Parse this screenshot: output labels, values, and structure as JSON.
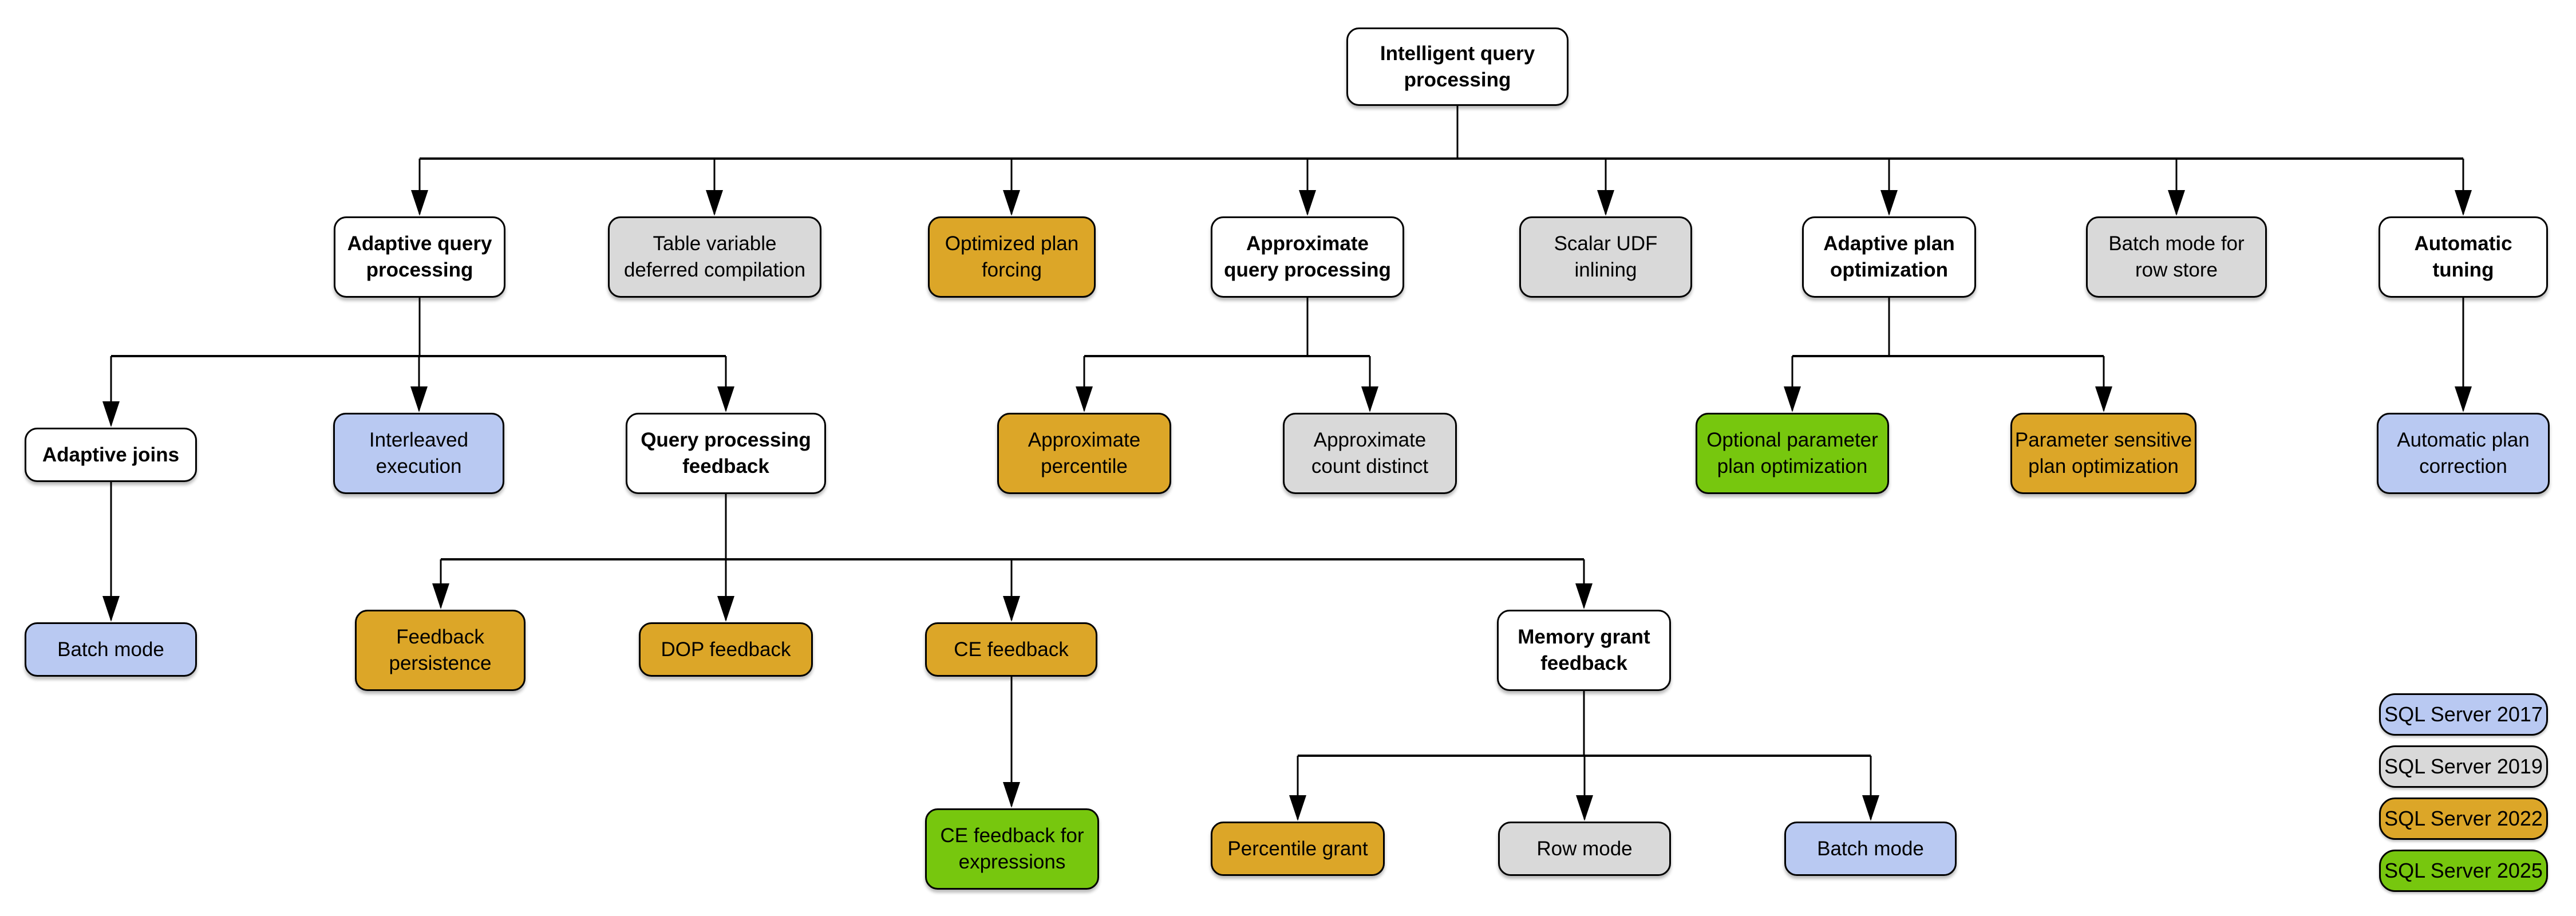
{
  "colors": {
    "white": "#ffffff",
    "sql2017": "#b9c9f2",
    "sql2019": "#d9d9d9",
    "sql2022": "#dca628",
    "sql2025": "#77c70e",
    "line": "#000000"
  },
  "nodes": [
    {
      "id": "intelligent-query-processing",
      "label": "Intelligent query\nprocessing",
      "version": null
    },
    {
      "id": "adaptive-query-processing",
      "label": "Adaptive query\nprocessing",
      "version": null
    },
    {
      "id": "table-variable-deferred-compilation",
      "label": "Table variable\ndeferred compilation",
      "version": "SQL Server 2019"
    },
    {
      "id": "optimized-plan-forcing",
      "label": "Optimized plan\nforcing",
      "version": "SQL Server 2022"
    },
    {
      "id": "approximate-query-processing",
      "label": "Approximate\nquery processing",
      "version": null
    },
    {
      "id": "scalar-udf-inlining",
      "label": "Scalar UDF\ninlining",
      "version": "SQL Server 2019"
    },
    {
      "id": "adaptive-plan-optimization",
      "label": "Adaptive plan\noptimization",
      "version": null
    },
    {
      "id": "batch-mode-for-row-store",
      "label": "Batch mode for\nrow store",
      "version": "SQL Server 2019"
    },
    {
      "id": "automatic-tuning",
      "label": "Automatic\ntuning",
      "version": null
    },
    {
      "id": "adaptive-joins",
      "label": "Adaptive joins",
      "version": null
    },
    {
      "id": "interleaved-execution",
      "label": "Interleaved\nexecution",
      "version": "SQL Server 2017"
    },
    {
      "id": "query-processing-feedback",
      "label": "Query processing\nfeedback",
      "version": null
    },
    {
      "id": "approximate-percentile",
      "label": "Approximate\npercentile",
      "version": "SQL Server 2022"
    },
    {
      "id": "approximate-count-distinct",
      "label": "Approximate\ncount distinct",
      "version": "SQL Server 2019"
    },
    {
      "id": "optional-parameter-plan-optimization",
      "label": "Optional parameter\nplan optimization",
      "version": "SQL Server 2025"
    },
    {
      "id": "parameter-sensitive-plan-optimization",
      "label": "Parameter sensitive\nplan optimization",
      "version": "SQL Server 2022"
    },
    {
      "id": "automatic-plan-correction",
      "label": "Automatic plan\ncorrection",
      "version": "SQL Server 2017"
    },
    {
      "id": "batch-mode-adaptive-joins",
      "label": "Batch mode",
      "version": "SQL Server 2017"
    },
    {
      "id": "feedback-persistence",
      "label": "Feedback\npersistence",
      "version": "SQL Server 2022"
    },
    {
      "id": "dop-feedback",
      "label": "DOP feedback",
      "version": "SQL Server 2022"
    },
    {
      "id": "ce-feedback",
      "label": "CE feedback",
      "version": "SQL Server 2022"
    },
    {
      "id": "memory-grant-feedback",
      "label": "Memory grant\nfeedback",
      "version": null
    },
    {
      "id": "ce-feedback-for-expressions",
      "label": "CE feedback for\nexpressions",
      "version": "SQL Server 2025"
    },
    {
      "id": "percentile-grant",
      "label": "Percentile grant",
      "version": "SQL Server 2022"
    },
    {
      "id": "row-mode",
      "label": "Row mode",
      "version": "SQL Server 2019"
    },
    {
      "id": "batch-mode-memory-grant",
      "label": "Batch mode",
      "version": "SQL Server 2017"
    }
  ],
  "legend": {
    "items": [
      {
        "label": "SQL Server 2017",
        "color_key": "sql2017"
      },
      {
        "label": "SQL Server 2019",
        "color_key": "sql2019"
      },
      {
        "label": "SQL Server 2022",
        "color_key": "sql2022"
      },
      {
        "label": "SQL Server 2025",
        "color_key": "sql2025"
      }
    ]
  }
}
